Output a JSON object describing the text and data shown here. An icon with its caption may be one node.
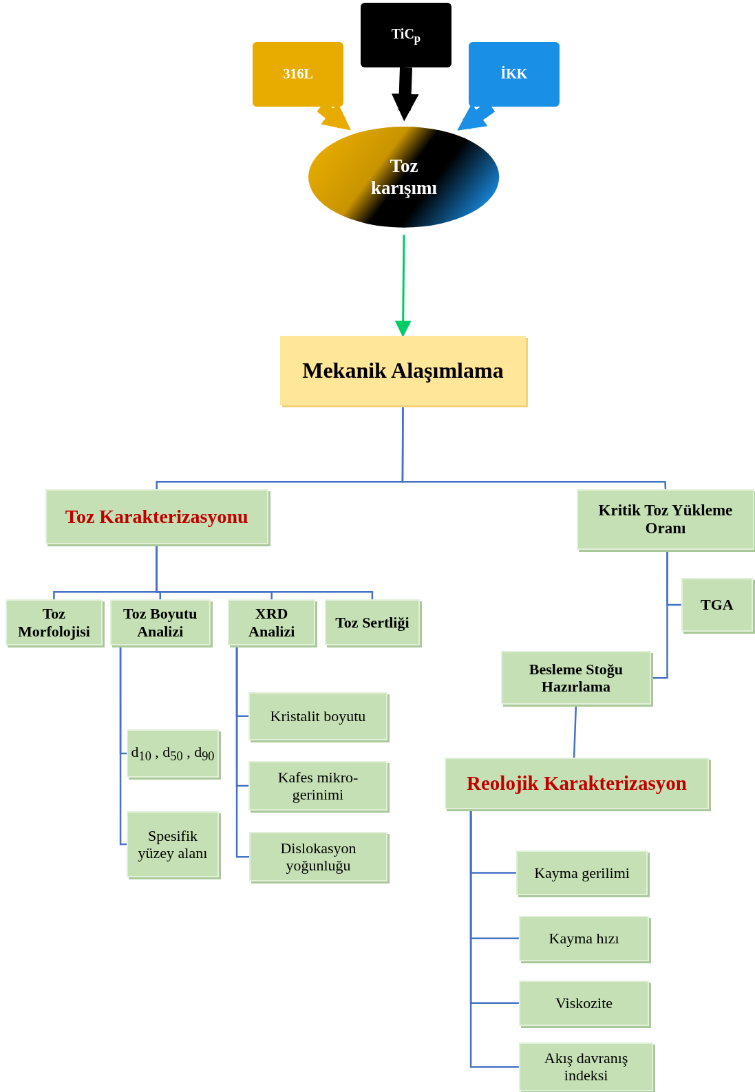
{
  "diagram": {
    "nodes": [
      {
        "text": [
          "316L"
        ]
      },
      {
        "text": [
          "TiC$_{p}$"
        ]
      },
      {
        "text": [
          "İKK"
        ]
      },
      {
        "text": [
          "Toz karışımı"
        ]
      },
      {
        "text": [
          "Mekanik Alaşımlama"
        ]
      },
      {
        "text": [
          "Toz Karakterizasyonu"
        ]
      },
      {
        "text": [
          "Kritik Toz Yükleme Oranı"
        ]
      },
      {
        "text": [
          "Toz Morfolojisi"
        ]
      },
      {
        "text": [
          "Toz Boyutu Analizi"
        ]
      },
      {
        "text": [
          "XRD Analizi"
        ]
      },
      {
        "text": [
          "Toz Sertliği"
        ]
      },
      {
        "text": [
          "d$_{10}$ , d$_{50}$ , d$_{90}$"
        ]
      },
      {
        "text": [
          "Spesifik yüzey alanı"
        ]
      },
      {
        "text": [
          "Kristalit boyutu"
        ]
      },
      {
        "text": [
          "Kafes mikro-gerinimi"
        ]
      },
      {
        "text": [
          "Dislokasyon yoğunluğu"
        ]
      },
      {
        "text": [
          "TGA"
        ]
      },
      {
        "text": [
          "Besleme Stoğu Hazırlama"
        ]
      },
      {
        "text": [
          "Reolojik Karakterizasyon"
        ]
      },
      {
        "text": [
          "Kayma gerilimi"
        ]
      },
      {
        "text": [
          "Kayma hızı"
        ]
      },
      {
        "text": [
          "Viskozite"
        ]
      },
      {
        "text": [
          "Akış davranış indeksi"
        ]
      }
    ],
    "edges": [
      {
        "from": 0,
        "to": 3,
        "arrow": "to",
        "style": "thick",
        "color": "#e8ac00"
      },
      {
        "from": 1,
        "to": 3,
        "arrow": "to",
        "style": "thick",
        "color": "#000000"
      },
      {
        "from": 2,
        "to": 3,
        "arrow": "to",
        "style": "thick",
        "color": "#1a8fe6"
      },
      {
        "from": 3,
        "to": 4,
        "arrow": "to",
        "color": "#00cc66"
      },
      {
        "from": 4,
        "to": 5,
        "arrow": "none"
      },
      {
        "from": 4,
        "to": 6,
        "arrow": "none"
      },
      {
        "from": 5,
        "to": 7,
        "arrow": "none"
      },
      {
        "from": 5,
        "to": 8,
        "arrow": "none"
      },
      {
        "from": 5,
        "to": 9,
        "arrow": "none"
      },
      {
        "from": 5,
        "to": 10,
        "arrow": "none"
      },
      {
        "from": 8,
        "to": 11,
        "arrow": "none"
      },
      {
        "from": 8,
        "to": 12,
        "arrow": "none"
      },
      {
        "from": 9,
        "to": 13,
        "arrow": "none"
      },
      {
        "from": 9,
        "to": 14,
        "arrow": "none"
      },
      {
        "from": 9,
        "to": 15,
        "arrow": "none"
      },
      {
        "from": 6,
        "to": 16,
        "arrow": "none"
      },
      {
        "from": 6,
        "to": 17,
        "arrow": "none"
      },
      {
        "from": 17,
        "to": 18,
        "arrow": "none"
      },
      {
        "from": 18,
        "to": 19,
        "arrow": "none"
      },
      {
        "from": 18,
        "to": 20,
        "arrow": "none"
      },
      {
        "from": 18,
        "to": 21,
        "arrow": "none"
      },
      {
        "from": 18,
        "to": 22,
        "arrow": "none"
      }
    ]
  }
}
